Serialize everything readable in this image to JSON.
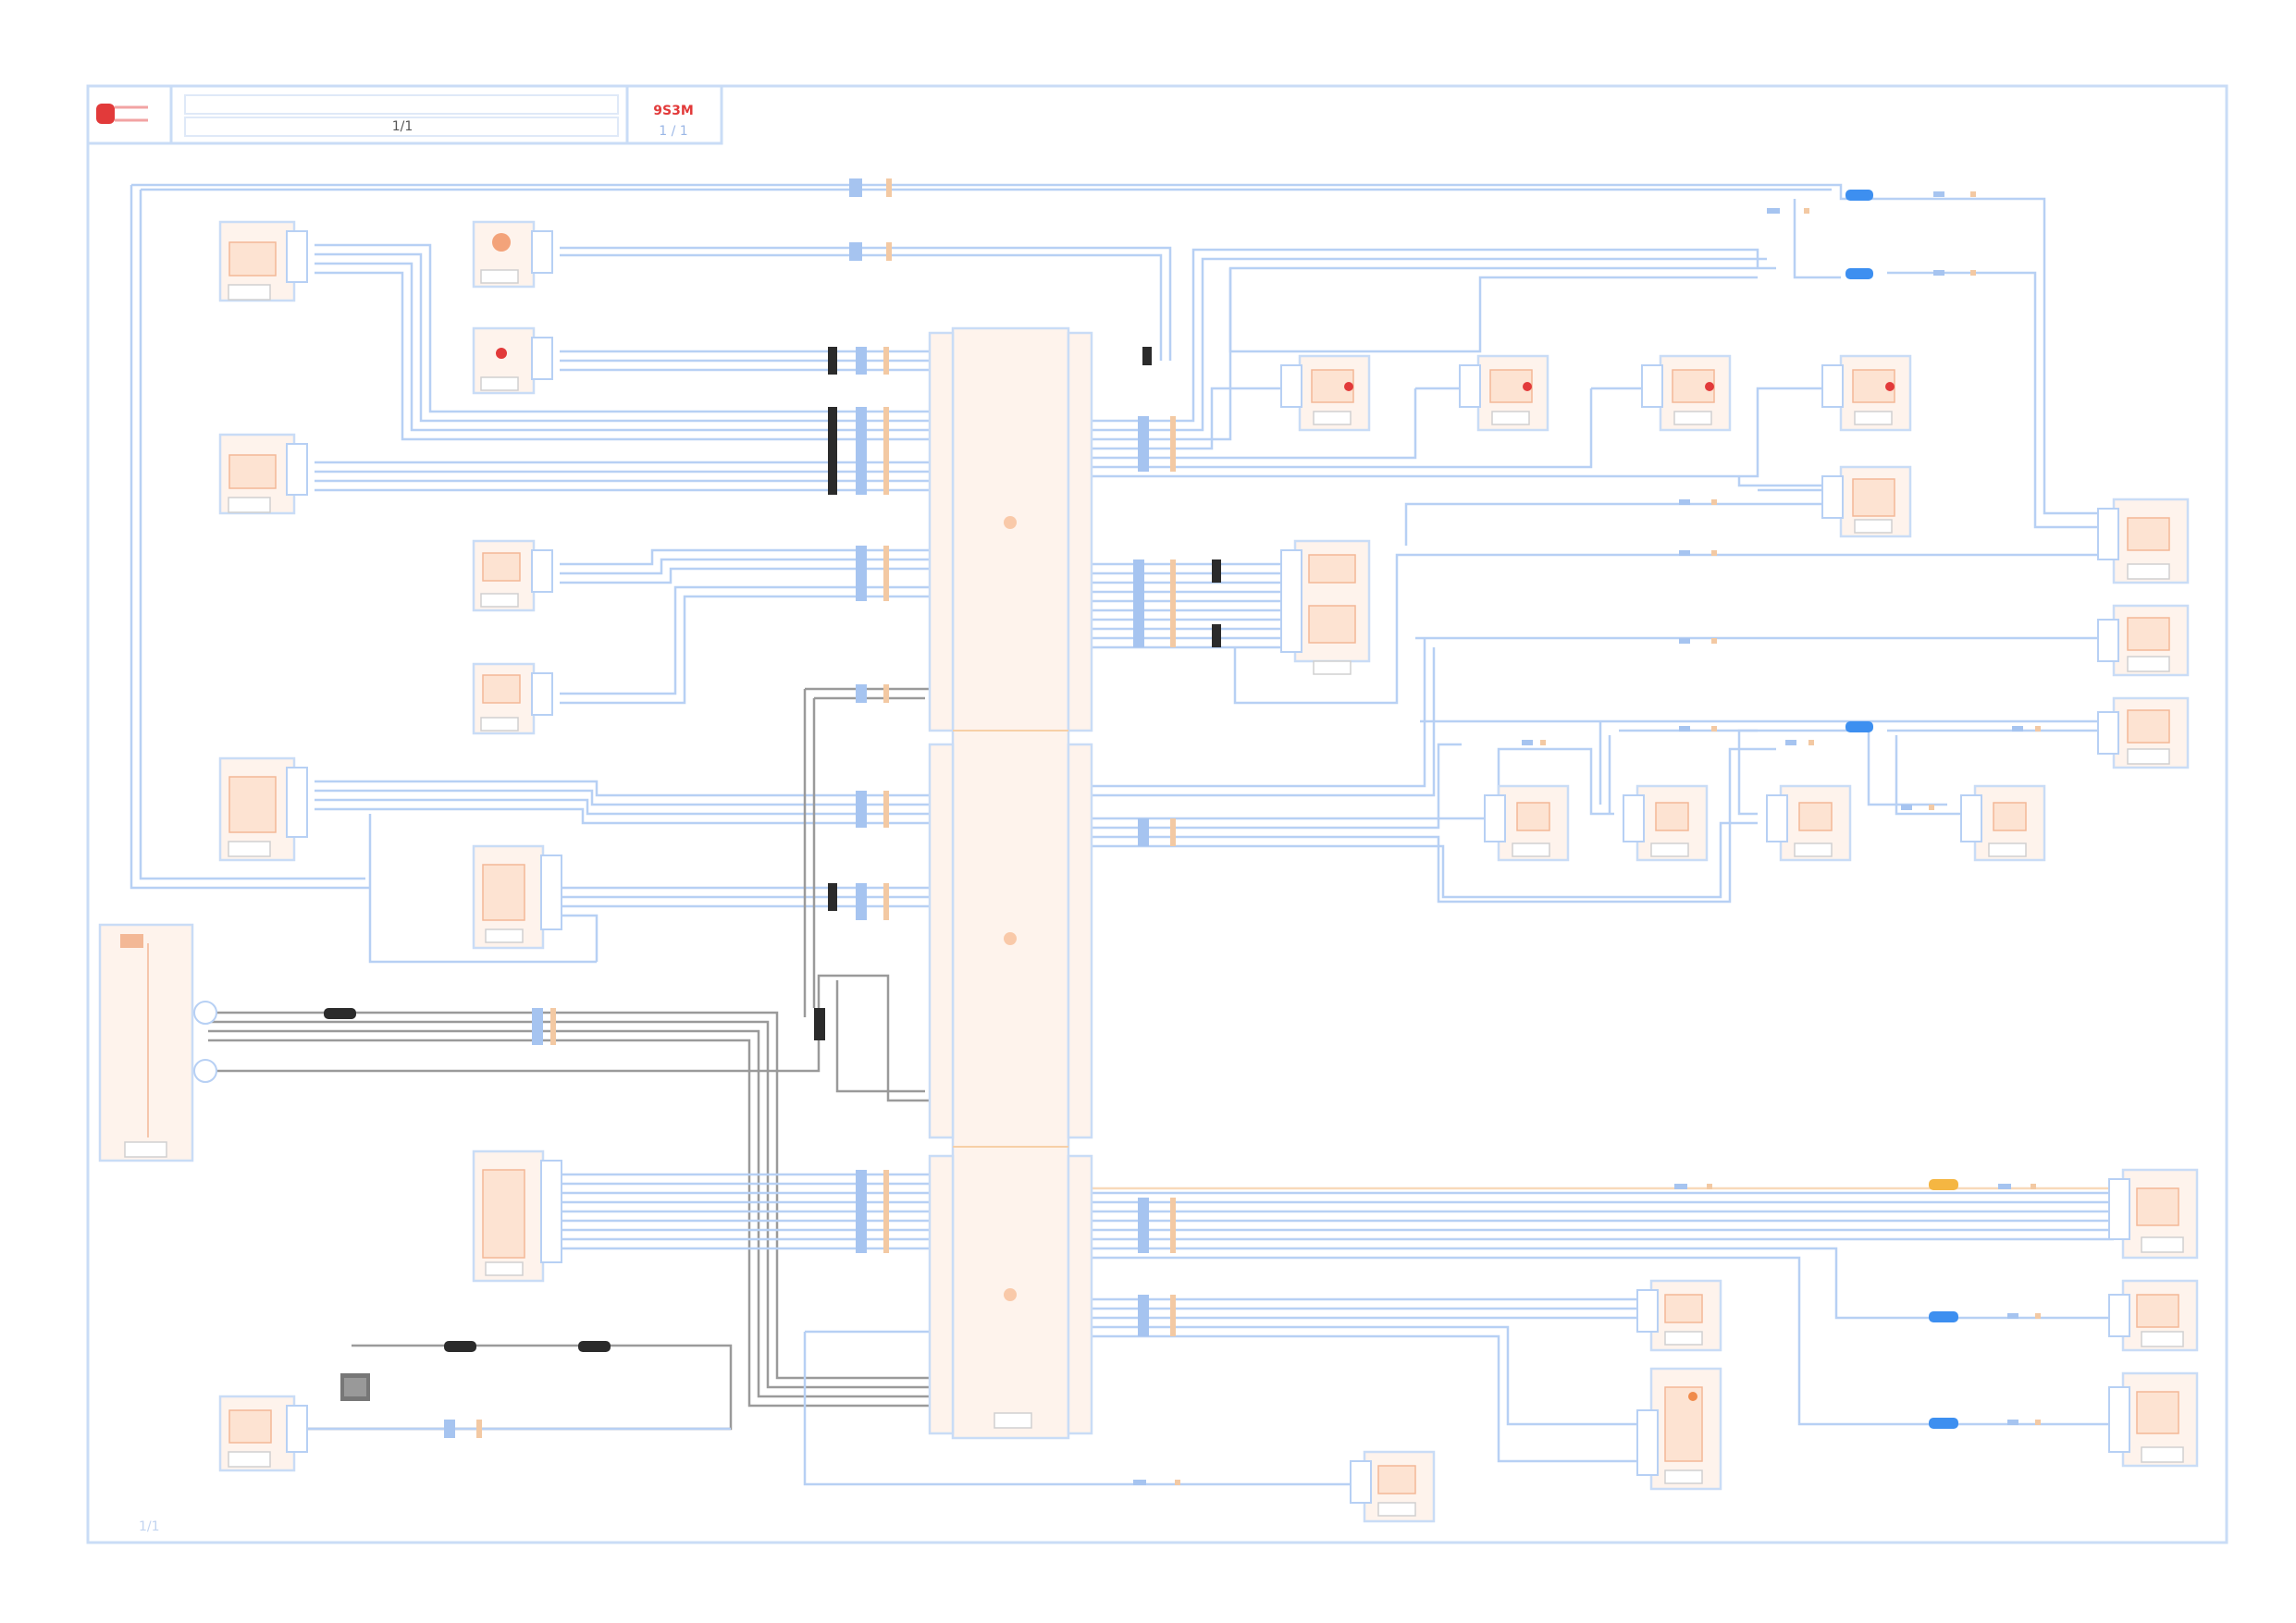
{
  "title_block": {
    "title_text": "1/1",
    "code_text": "9S3M",
    "sheet_text": "1 / 1"
  },
  "page_mark": "1/1",
  "colors": {
    "frame": "#c9dcf6",
    "wire_blue": "#a9c6f2",
    "wire_gray": "#8f8f8f",
    "wire_dark": "#3a3a3a",
    "wire_orange": "#f7cfa6",
    "wire_yellow": "#f5c542",
    "accent_red": "#e23a3a",
    "component_fill": "#fde9dc",
    "component_border": "#c9dcf6",
    "connector_fill": "#2f80ed"
  },
  "icons": {
    "logo": "car-icon",
    "ground": "ground-icon"
  }
}
